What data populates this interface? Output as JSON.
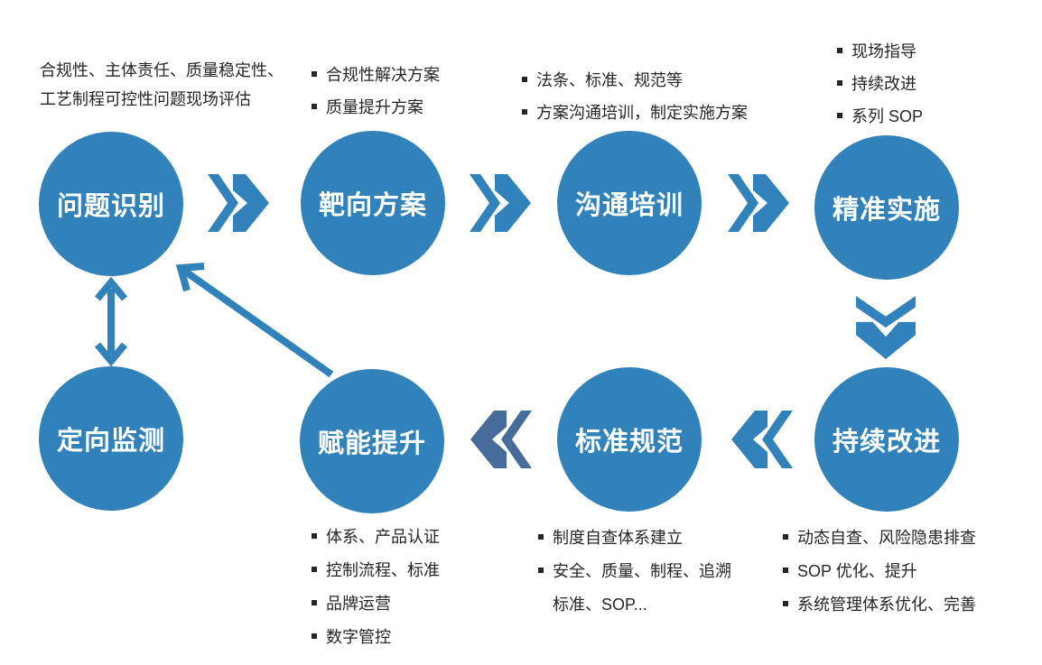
{
  "colors": {
    "primary_blue": "#3182BB",
    "muted_chevron_blue": "#456C9B",
    "note_text": "#262626",
    "circle_label_text": "#FFFFFF",
    "background": "#FFFFFF"
  },
  "process": {
    "steps": [
      {
        "id": "problem-identification",
        "label": "问题识别"
      },
      {
        "id": "targeted-plan",
        "label": "靶向方案"
      },
      {
        "id": "communication-training",
        "label": "沟通培训"
      },
      {
        "id": "precise-implementation",
        "label": "精准实施"
      },
      {
        "id": "continuous-improvement",
        "label": "持续改进"
      },
      {
        "id": "standards-specifications",
        "label": "标准规范"
      },
      {
        "id": "empowerment-upgrade",
        "label": "赋能提升"
      },
      {
        "id": "directional-monitoring",
        "label": "定向监测"
      }
    ]
  },
  "annotations": {
    "problem_identification_note": {
      "line1": "合规性、主体责任、质量稳定性、",
      "line2": "工艺制程可控性问题现场评估"
    },
    "targeted_plan_note": {
      "items": [
        "合规性解决方案",
        "质量提升方案"
      ]
    },
    "communication_training_note": {
      "items": [
        "法条、标准、规范等",
        "方案沟通培训，制定实施方案"
      ]
    },
    "precise_implementation_note": {
      "items": [
        "现场指导",
        "持续改进",
        "系列 SOP"
      ]
    },
    "empowerment_upgrade_note": {
      "items": [
        "体系、产品认证",
        "控制流程、标准",
        "品牌运营",
        "数字管控"
      ]
    },
    "standards_specifications_note": {
      "items": [
        "制度自查体系建立",
        "安全、质量、制程、追溯"
      ],
      "continuation": "标准、SOP..."
    },
    "continuous_improvement_note": {
      "items": [
        "动态自查、风险隐患排查",
        "SOP 优化、提升",
        "系统管理体系优化、完善"
      ]
    }
  }
}
